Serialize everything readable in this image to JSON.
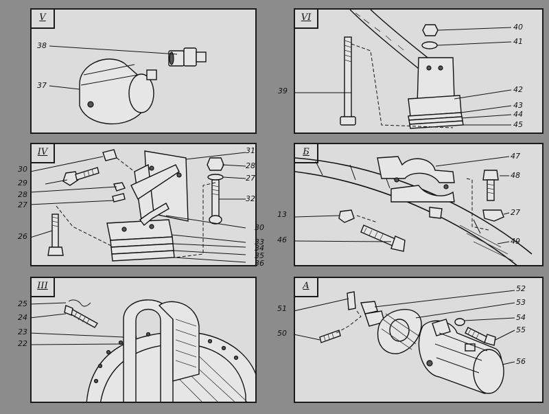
{
  "panels": {
    "p5": {
      "tag": "V",
      "labels": {
        "l38": "38",
        "l37": "37"
      }
    },
    "p6": {
      "tag": "VI",
      "labels": {
        "l40": "40",
        "l41": "41",
        "l39": "39",
        "l42": "42",
        "l43": "43",
        "l44": "44",
        "l45": "45"
      }
    },
    "p4": {
      "tag": "IV",
      "labels": {
        "l31": "31",
        "l30a": "30",
        "l29": "29",
        "l28a": "28",
        "l27a": "27",
        "l26": "26",
        "l28b": "28",
        "l27b": "27",
        "l32": "32",
        "l30b": "30",
        "l33": "33",
        "l34": "34",
        "l35": "35",
        "l36": "36"
      }
    },
    "pB": {
      "tag": "Б",
      "labels": {
        "l47": "47",
        "l48": "48",
        "l13": "13",
        "l27": "27",
        "l46": "46",
        "l49": "49"
      }
    },
    "p3": {
      "tag": "III",
      "labels": {
        "l25": "25",
        "l24": "24",
        "l23": "23",
        "l22": "22"
      }
    },
    "pA": {
      "tag": "A",
      "labels": {
        "l52": "52",
        "l51": "51",
        "l53": "53",
        "l54": "54",
        "l50": "50",
        "l55": "55",
        "l56": "56"
      }
    }
  }
}
